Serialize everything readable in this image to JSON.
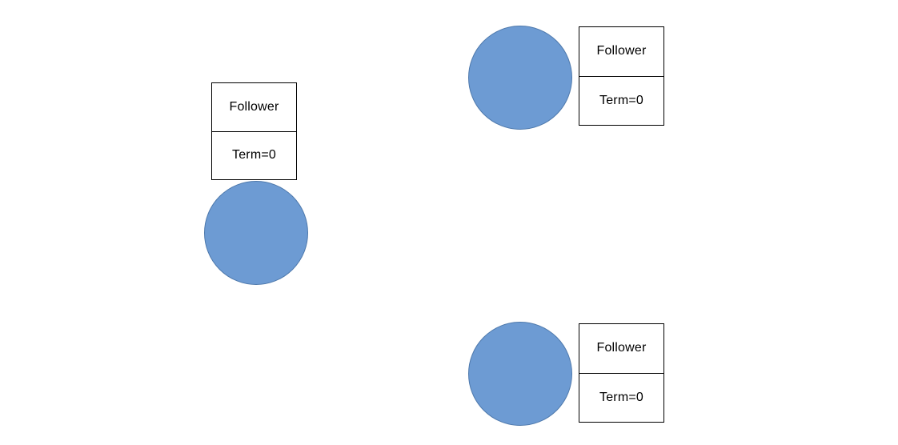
{
  "diagram": {
    "background_color": "#FFFFFF",
    "node_fill_color": "#6D9BD3",
    "node_stroke_color": "#4E79AC",
    "box_border_color": "#000000",
    "text_color": "#000000",
    "nodes": [
      {
        "id": "node-left",
        "state_label": "Follower",
        "term_label": "Term=0"
      },
      {
        "id": "node-top-right",
        "state_label": "Follower",
        "term_label": "Term=0"
      },
      {
        "id": "node-bottom-right",
        "state_label": "Follower",
        "term_label": "Term=0"
      }
    ]
  }
}
